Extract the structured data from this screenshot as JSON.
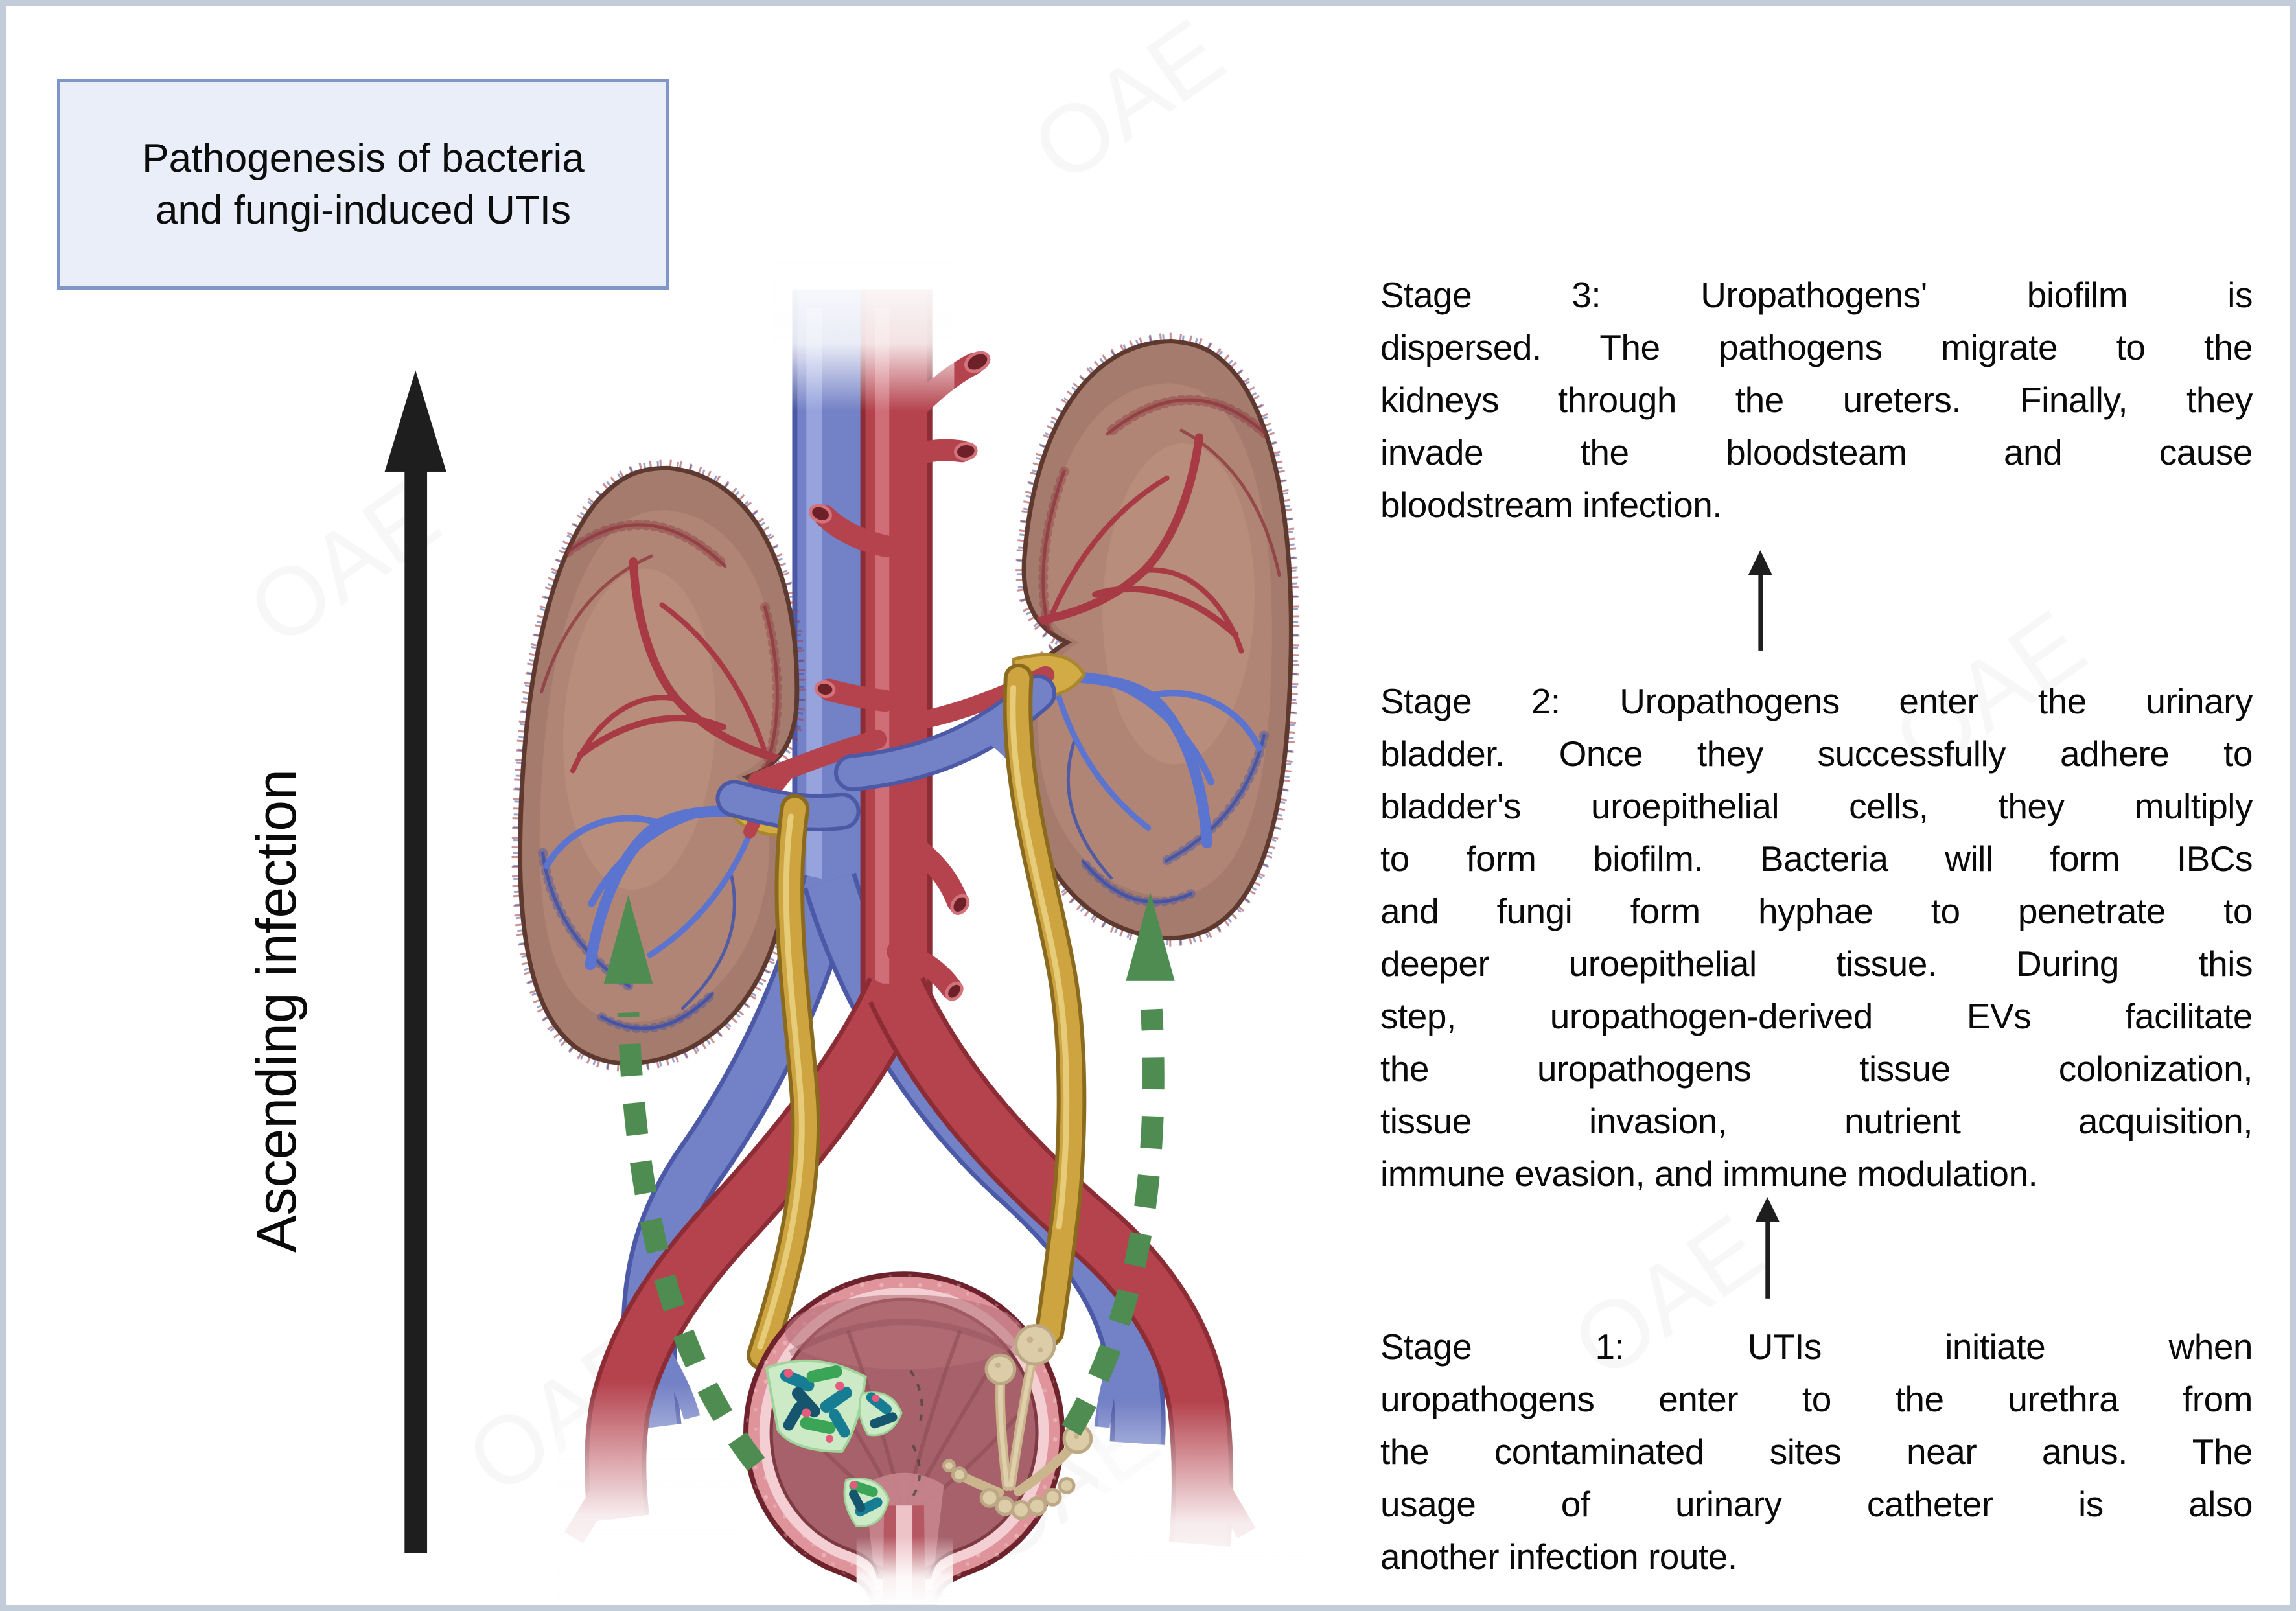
{
  "title_box": {
    "text": "Pathogenesis of bacteria and fungi-induced UTIs",
    "bg": "#e9eef8",
    "border": "#8095c8"
  },
  "left_label": {
    "text": "Ascending infection"
  },
  "stages": [
    {
      "name": "stage-3",
      "lines": [
        "Stage 3: Uropathogens' biofilm is",
        "dispersed. The pathogens migrate to the",
        "kidneys through the ureters. Finally, they",
        "invade the bloodsteam and cause",
        "bloodstream infection."
      ]
    },
    {
      "name": "stage-2",
      "lines": [
        "Stage 2: Uropathogens enter the urinary",
        "bladder. Once they successfully adhere to",
        "bladder's uroepithelial cells, they multiply",
        "to form biofilm. Bacteria will form IBCs",
        "and fungi form hyphae to penetrate to",
        "deeper uroepithelial tissue. During this",
        "step, uropathogen-derived EVs facilitate",
        "the uropathogens tissue colonization,",
        "tissue invasion, nutrient acquisition,",
        "immune evasion, and immune modulation."
      ]
    },
    {
      "name": "stage-1",
      "lines": [
        "Stage 1: UTIs initiate when",
        "uropathogens enter to the urethra from",
        "the contaminated sites near anus. The",
        "usage of urinary catheter is also",
        "another infection route."
      ]
    }
  ],
  "watermark": {
    "text": "OAE"
  },
  "illustration": {
    "parts": [
      "left-kidney",
      "right-kidney",
      "abdominal-aorta",
      "inferior-vena-cava",
      "left-ureter",
      "right-ureter",
      "urinary-bladder",
      "urethra",
      "bacteria-biofilm",
      "fungal-hyphae",
      "ascending-infection-arrow",
      "green-dashed-route-arrows",
      "stage-flow-arrows"
    ],
    "colors": {
      "aorta_red": "#b5434e",
      "vein_blue": "#7381c6",
      "ureter_gold": "#cda43f",
      "kidney_brown": "#a57b6d",
      "bladder_wall_pink": "#df939b",
      "bladder_interior": "#a6616a",
      "dashed_arrow_green": "#4e8c52",
      "arrow_black": "#1e1e1e",
      "fungus_tan": "#ddcca8",
      "bacteria_teal": "#177d92",
      "bacteria_green": "#3aa457",
      "page_border": "#c3ccd9"
    }
  }
}
